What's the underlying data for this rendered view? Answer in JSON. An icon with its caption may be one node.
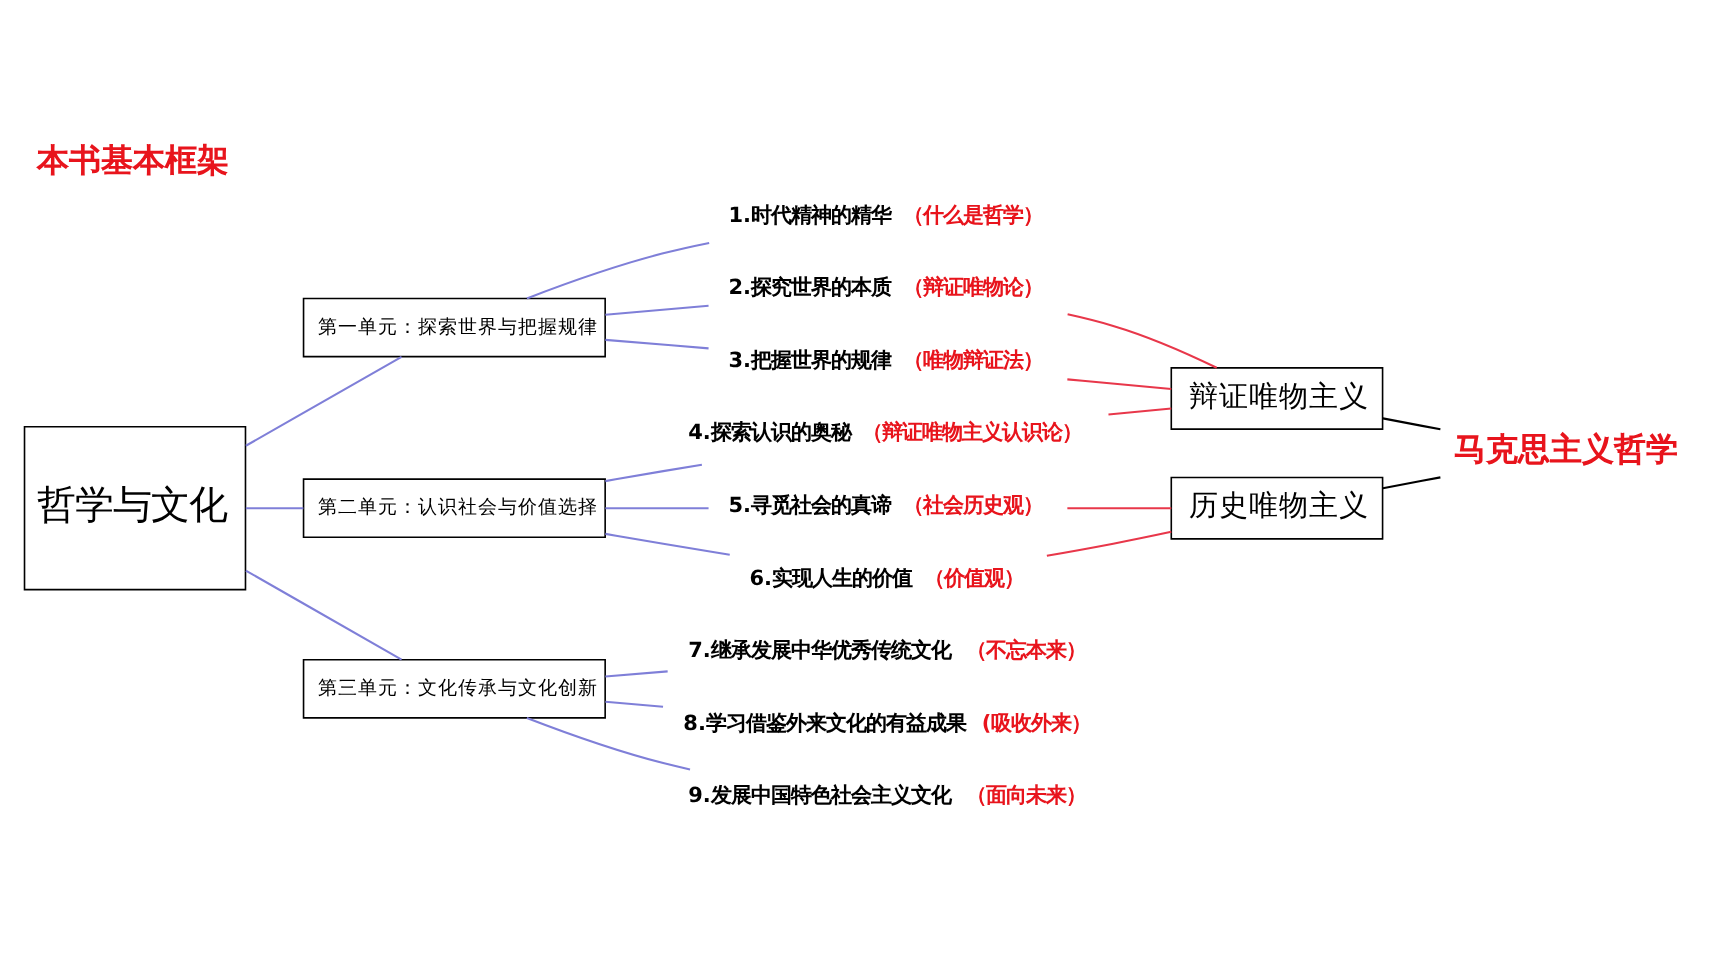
{
  "diagram": {
    "title": "本书基本框架",
    "nodes": [
      {
        "text": [
          "哲学与文化"
        ]
      },
      {
        "text": [
          "第一单元：探索世界与把握规律"
        ]
      },
      {
        "text": [
          "第二单元：认识社会与价值选择"
        ]
      },
      {
        "text": [
          "第三单元：文化传承与文化创新"
        ]
      },
      {
        "text": [
          "1.时代精神的精华",
          "（什么是哲学）"
        ]
      },
      {
        "text": [
          "2.探究世界的本质",
          "（辩证唯物论）"
        ]
      },
      {
        "text": [
          "3.把握世界的规律",
          "（唯物辩证法）"
        ]
      },
      {
        "text": [
          "4.探索认识的奥秘",
          "（辩证唯物主义认识论）"
        ]
      },
      {
        "text": [
          "5.寻觅社会的真谛",
          "（社会历史观）"
        ]
      },
      {
        "text": [
          "6.实现人生的价值",
          "（价值观）"
        ]
      },
      {
        "text": [
          "7.继承发展中华优秀传统文化",
          "（不忘本来）"
        ]
      },
      {
        "text": [
          "8.学习借鉴外来文化的有益成果",
          "(吸收外来）"
        ]
      },
      {
        "text": [
          "9.发展中国特色社会主义文化",
          "（面向未来）"
        ]
      },
      {
        "text": [
          "辩证唯物主义"
        ]
      },
      {
        "text": [
          "历史唯物主义"
        ]
      },
      {
        "text": [
          "马克思主义哲学"
        ]
      }
    ],
    "edges": [
      {
        "from": 0,
        "to": 1,
        "arrow": "none"
      },
      {
        "from": 0,
        "to": 2,
        "arrow": "none"
      },
      {
        "from": 0,
        "to": 3,
        "arrow": "none"
      },
      {
        "from": 1,
        "to": 4,
        "arrow": "none"
      },
      {
        "from": 1,
        "to": 5,
        "arrow": "none"
      },
      {
        "from": 1,
        "to": 6,
        "arrow": "none"
      },
      {
        "from": 2,
        "to": 7,
        "arrow": "none"
      },
      {
        "from": 2,
        "to": 8,
        "arrow": "none"
      },
      {
        "from": 2,
        "to": 9,
        "arrow": "none"
      },
      {
        "from": 3,
        "to": 10,
        "arrow": "none"
      },
      {
        "from": 3,
        "to": 11,
        "arrow": "none"
      },
      {
        "from": 3,
        "to": 12,
        "arrow": "none"
      },
      {
        "from": 5,
        "to": 13,
        "arrow": "none",
        "color": "#e8374a"
      },
      {
        "from": 6,
        "to": 13,
        "arrow": "none",
        "color": "#e8374a"
      },
      {
        "from": 7,
        "to": 13,
        "arrow": "none",
        "color": "#e8374a"
      },
      {
        "from": 8,
        "to": 14,
        "arrow": "none",
        "color": "#e8374a"
      },
      {
        "from": 9,
        "to": 14,
        "arrow": "none",
        "color": "#e8374a"
      },
      {
        "from": 13,
        "to": 15,
        "arrow": "none",
        "color": "#000000"
      },
      {
        "from": 14,
        "to": 15,
        "arrow": "none",
        "color": "#000000"
      }
    ]
  }
}
